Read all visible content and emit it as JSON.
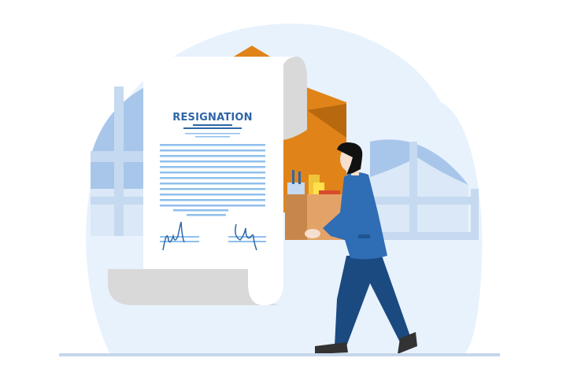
{
  "illustration": {
    "subject": "Man carrying a box of belongings walking away from a large resignation letter",
    "document": {
      "title": "RESIGNATION",
      "signatures": 2
    },
    "colors": {
      "background_blob": "#e8f2fd",
      "window_frame": "#c5d9f0",
      "window_arch": "#a8c6ea",
      "paper": "#ffffff",
      "paper_curl": "#d9d9d9",
      "envelope": "#e0841a",
      "envelope_dark": "#b8690f",
      "box": "#e3a367",
      "suit": "#2f6db5",
      "pants": "#1a4a80",
      "text_lines": "#8fbfec",
      "title": "#2e66a8",
      "ground": "#c4d6ea"
    }
  }
}
